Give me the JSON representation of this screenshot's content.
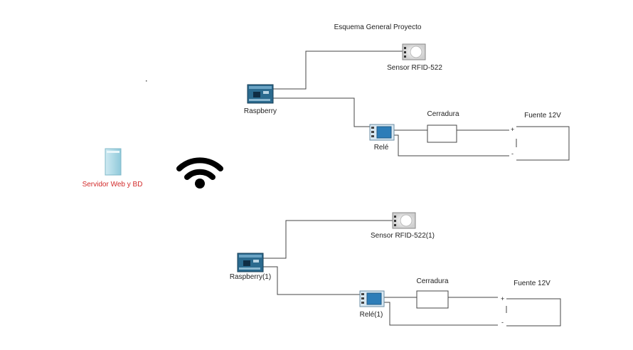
{
  "diagram": {
    "title": "Esquema General Proyecto",
    "server": {
      "label": "Servidor Web y BD",
      "icon": "server-icon"
    },
    "wifi": {
      "icon": "wifi-icon"
    },
    "circuits": [
      {
        "raspberry": "Raspberry",
        "sensor": "Sensor RFID-522",
        "relay": "Relé",
        "lock": "Cerradura",
        "supply": "Fuente 12V",
        "plus": "+",
        "minus": "-"
      },
      {
        "raspberry": "Raspberry(1)",
        "sensor": "Sensor RFID-522(1)",
        "relay": "Relé(1)",
        "lock": "Cerradura",
        "supply": "Fuente 12V",
        "plus": "+",
        "minus": "-"
      }
    ]
  },
  "colors": {
    "wire": "#444444",
    "server_label": "#d22a2a",
    "board_blue": "#1f4f7a",
    "server_fill": "#a9d9e6"
  }
}
